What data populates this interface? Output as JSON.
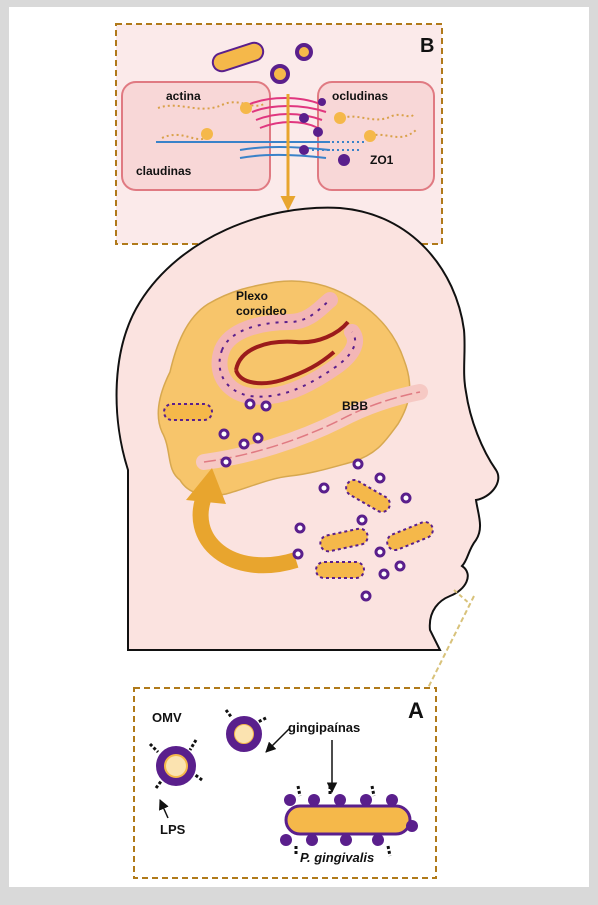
{
  "panel_b": {
    "letter": "B",
    "labels": {
      "actina": "actina",
      "ocludinas": "ocludinas",
      "claudinas": "claudinas",
      "zo1": "ZO1"
    }
  },
  "head": {
    "labels": {
      "plexo_line1": "Plexo",
      "plexo_line2": "coroideo",
      "bbb": "BBB"
    }
  },
  "panel_a": {
    "letter": "A",
    "labels": {
      "omv": "OMV",
      "lps": "LPS",
      "gingipainas": "gingipaínas",
      "pg": "P. gingivalis"
    }
  },
  "colors": {
    "background": "#d9d9d9",
    "frame": "#ffffff",
    "dashed_border": "#b07a1a",
    "cell_fill": "#f8d7d7",
    "cell_border": "#e07a82",
    "brain": "#f7c56b",
    "bacteria": "#f5b84a",
    "purple": "#5a1f8c",
    "arrow": "#e8a52e",
    "arrow_dark": "#c17c1a",
    "vessel_red": "#9b1b1b",
    "pink_strands": "#e0367f",
    "blue_strands": "#3a82c9"
  }
}
